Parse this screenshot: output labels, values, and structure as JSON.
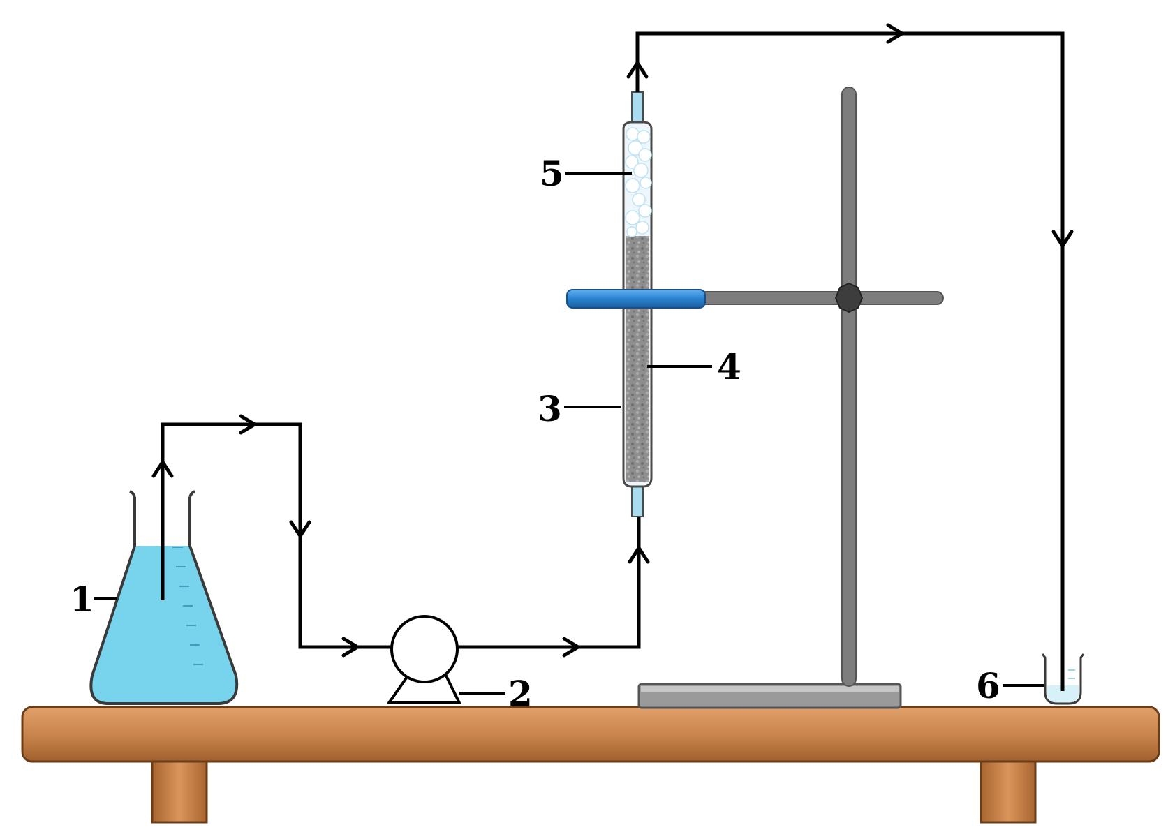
{
  "labels": {
    "flask": "1",
    "pump": "2",
    "column": "3",
    "packing": "4",
    "cotton": "5",
    "beaker": "6"
  },
  "colors": {
    "liquid": "#78d4ec",
    "liquid_light": "#d6f1f8",
    "packing": "#8a8a8a",
    "clamp": "#2b83d0",
    "stand": "#7d7d7d",
    "table_top": "#c8844a",
    "table_edge": "#7a4a22",
    "flow_line": "#000000"
  },
  "icons": {
    "flow_arrow": "arrowhead-icon",
    "pump": "peristaltic-pump-icon",
    "stand_joint": "boss-head-icon"
  }
}
